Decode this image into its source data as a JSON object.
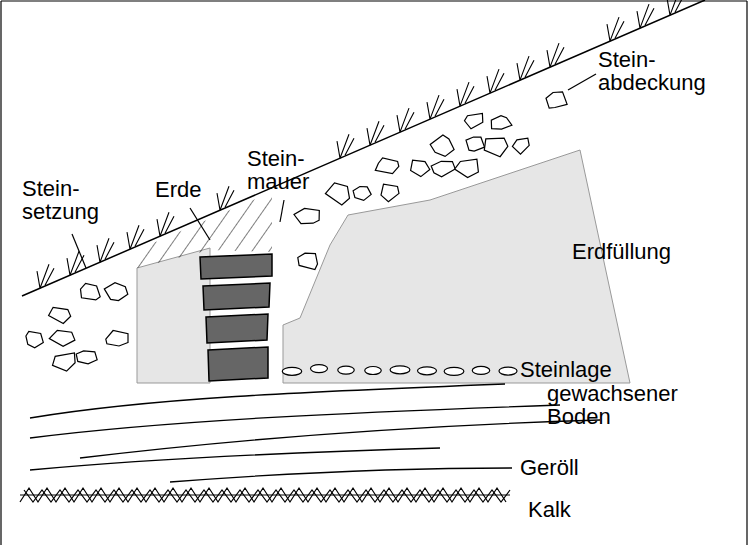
{
  "diagram": {
    "labels": [
      "Stein- setzung",
      "Erde",
      "Stein- mauer",
      "Stein- abdeckung",
      "Erdfüllung",
      "Steinlage",
      "gewachsener Boden",
      "Geröll",
      "Kalk"
    ]
  }
}
